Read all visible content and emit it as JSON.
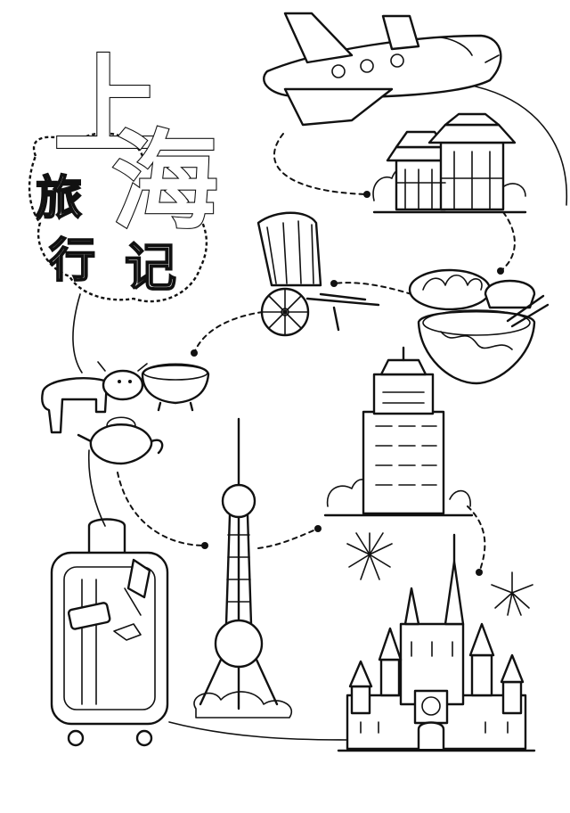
{
  "title": {
    "main_1": "上",
    "main_2": "海",
    "sub_1": "旅",
    "sub_2": "行",
    "sub_3": "记"
  },
  "ink_color": "#111111",
  "paper_color": "#ffffff",
  "illustrations": [
    "airplane",
    "yuyuan-pavilion",
    "rickshaw",
    "dumplings-and-noodles",
    "cow-and-teapot",
    "art-deco-tower",
    "oriental-pearl-tower",
    "suitcase",
    "fireworks",
    "castle"
  ]
}
